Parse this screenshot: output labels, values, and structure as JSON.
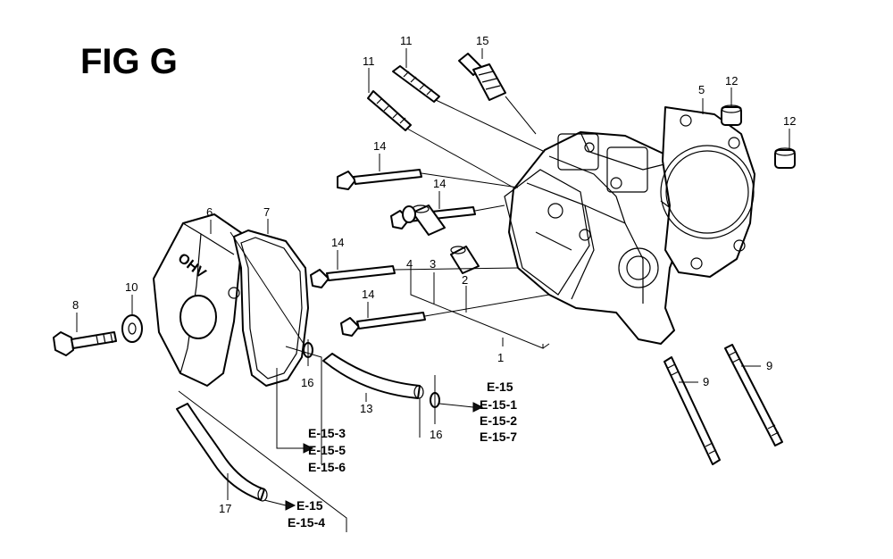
{
  "figure": {
    "title": "FIG G"
  },
  "callouts": {
    "c1": "1",
    "c2": "2",
    "c3": "3",
    "c4": "4",
    "c5": "5",
    "c6": "6",
    "c7": "7",
    "c8": "8",
    "c9a": "9",
    "c9b": "9",
    "c10": "10",
    "c11a": "11",
    "c11b": "11",
    "c12a": "12",
    "c12b": "12",
    "c13": "13",
    "c14a": "14",
    "c14b": "14",
    "c14c": "14",
    "c14d": "14",
    "c15": "15",
    "c16a": "16",
    "c16b": "16",
    "c17": "17"
  },
  "references": {
    "group_a": [
      "E-15",
      "E-15-1",
      "E-15-2",
      "E-15-7"
    ],
    "group_b": [
      "E-15-3",
      "E-15-5",
      "E-15-6"
    ],
    "group_c": [
      "E-15",
      "E-15-4"
    ]
  },
  "cover_mark": "OHV"
}
